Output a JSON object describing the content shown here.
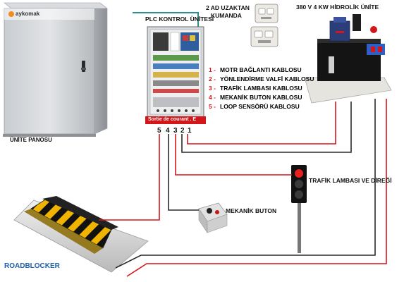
{
  "logo": {
    "text": "aykomak"
  },
  "labels": {
    "cabinet": "ÜNİTE PANOSU",
    "plc": "PLC KONTROL ÜNİTESİ",
    "remote_line1": "2 AD UZAKTAN",
    "remote_line2": "KUMANDA",
    "hydraulic": "380 V 4 KW HİDROLİK ÜNİTE",
    "sortie": "Sortie de courant . E",
    "traffic_light": "TRAFİK LAMBASI VE DİREĞİ",
    "mech_button": "MEKANİK BUTON",
    "roadblocker": "ROADBLOCKER"
  },
  "cables": [
    {
      "num": "1 -",
      "label": "MOTR BAĞLANTI KABLOSU"
    },
    {
      "num": "2 -",
      "label": "YÖNLENDİRME VALFİ KABLOSU"
    },
    {
      "num": "3 -",
      "label": "TRAFİK LAMBASI KABLOSU"
    },
    {
      "num": "4 -",
      "label": "MEKANİK BUTON KABLOSU"
    },
    {
      "num": "5 -",
      "label": "LOOP SENSÖRÜ KABLOSU"
    }
  ],
  "terminals": [
    "5",
    "4",
    "3",
    "2",
    "1"
  ],
  "colors": {
    "wire_red": "#d3161a",
    "wire_dark": "#2a2a2a",
    "accent_teal": "#2a8f8f",
    "logo_orange": "#f28c1a"
  }
}
